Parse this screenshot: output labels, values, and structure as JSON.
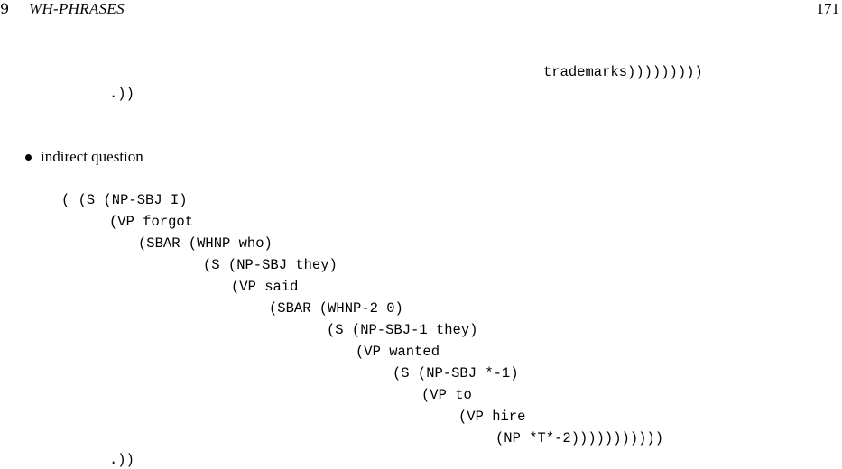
{
  "header": {
    "chapter_number": "9",
    "chapter_title": "WH-PHRASES",
    "page_number": "171"
  },
  "fragment": {
    "line1": "trademarks)))))))))",
    "line2": ".))"
  },
  "bullet": {
    "text": "indirect question"
  },
  "tree": {
    "lines": [
      "( (S (NP-SBJ I)",
      "(VP forgot",
      "(SBAR (WHNP who)",
      "(S (NP-SBJ they)",
      "(VP said",
      "(SBAR (WHNP-2 0)",
      "(S (NP-SBJ-1 they)",
      "(VP wanted",
      "(S (NP-SBJ *-1)",
      "(VP to",
      "(VP hire",
      "(NP *T*-2)))))))))))",
      ".))"
    ]
  }
}
